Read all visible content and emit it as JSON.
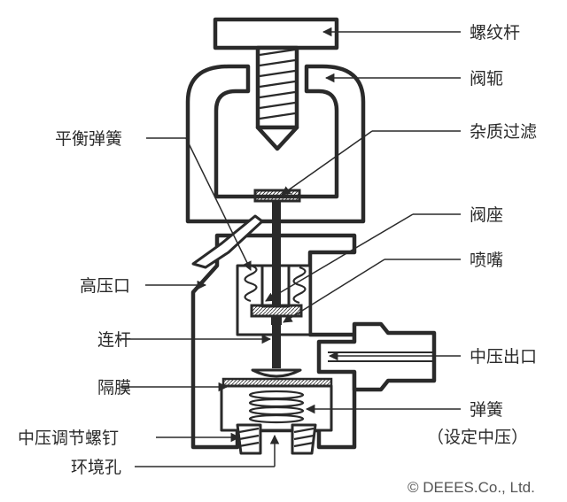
{
  "labels": {
    "screw_rod": "螺纹杆",
    "valve_yoke": "阀轭",
    "impurity_filter": "杂质过滤",
    "balance_spring": "平衡弹簧",
    "valve_seat": "阀座",
    "nozzle": "喷嘴",
    "high_pressure_port": "高压口",
    "connecting_rod": "连杆",
    "medium_pressure_outlet": "中压出口",
    "diaphragm": "隔膜",
    "spring": "弹簧",
    "spring_note": "（设定中压）",
    "mp_adjust_screw": "中压调节螺钉",
    "ambient_hole": "环境孔"
  },
  "copyright": "© DEEES.Co., Ltd.",
  "colors": {
    "line": "#2a2a2a",
    "fill": "#ffffff",
    "hatch": "#d8d8d8"
  }
}
